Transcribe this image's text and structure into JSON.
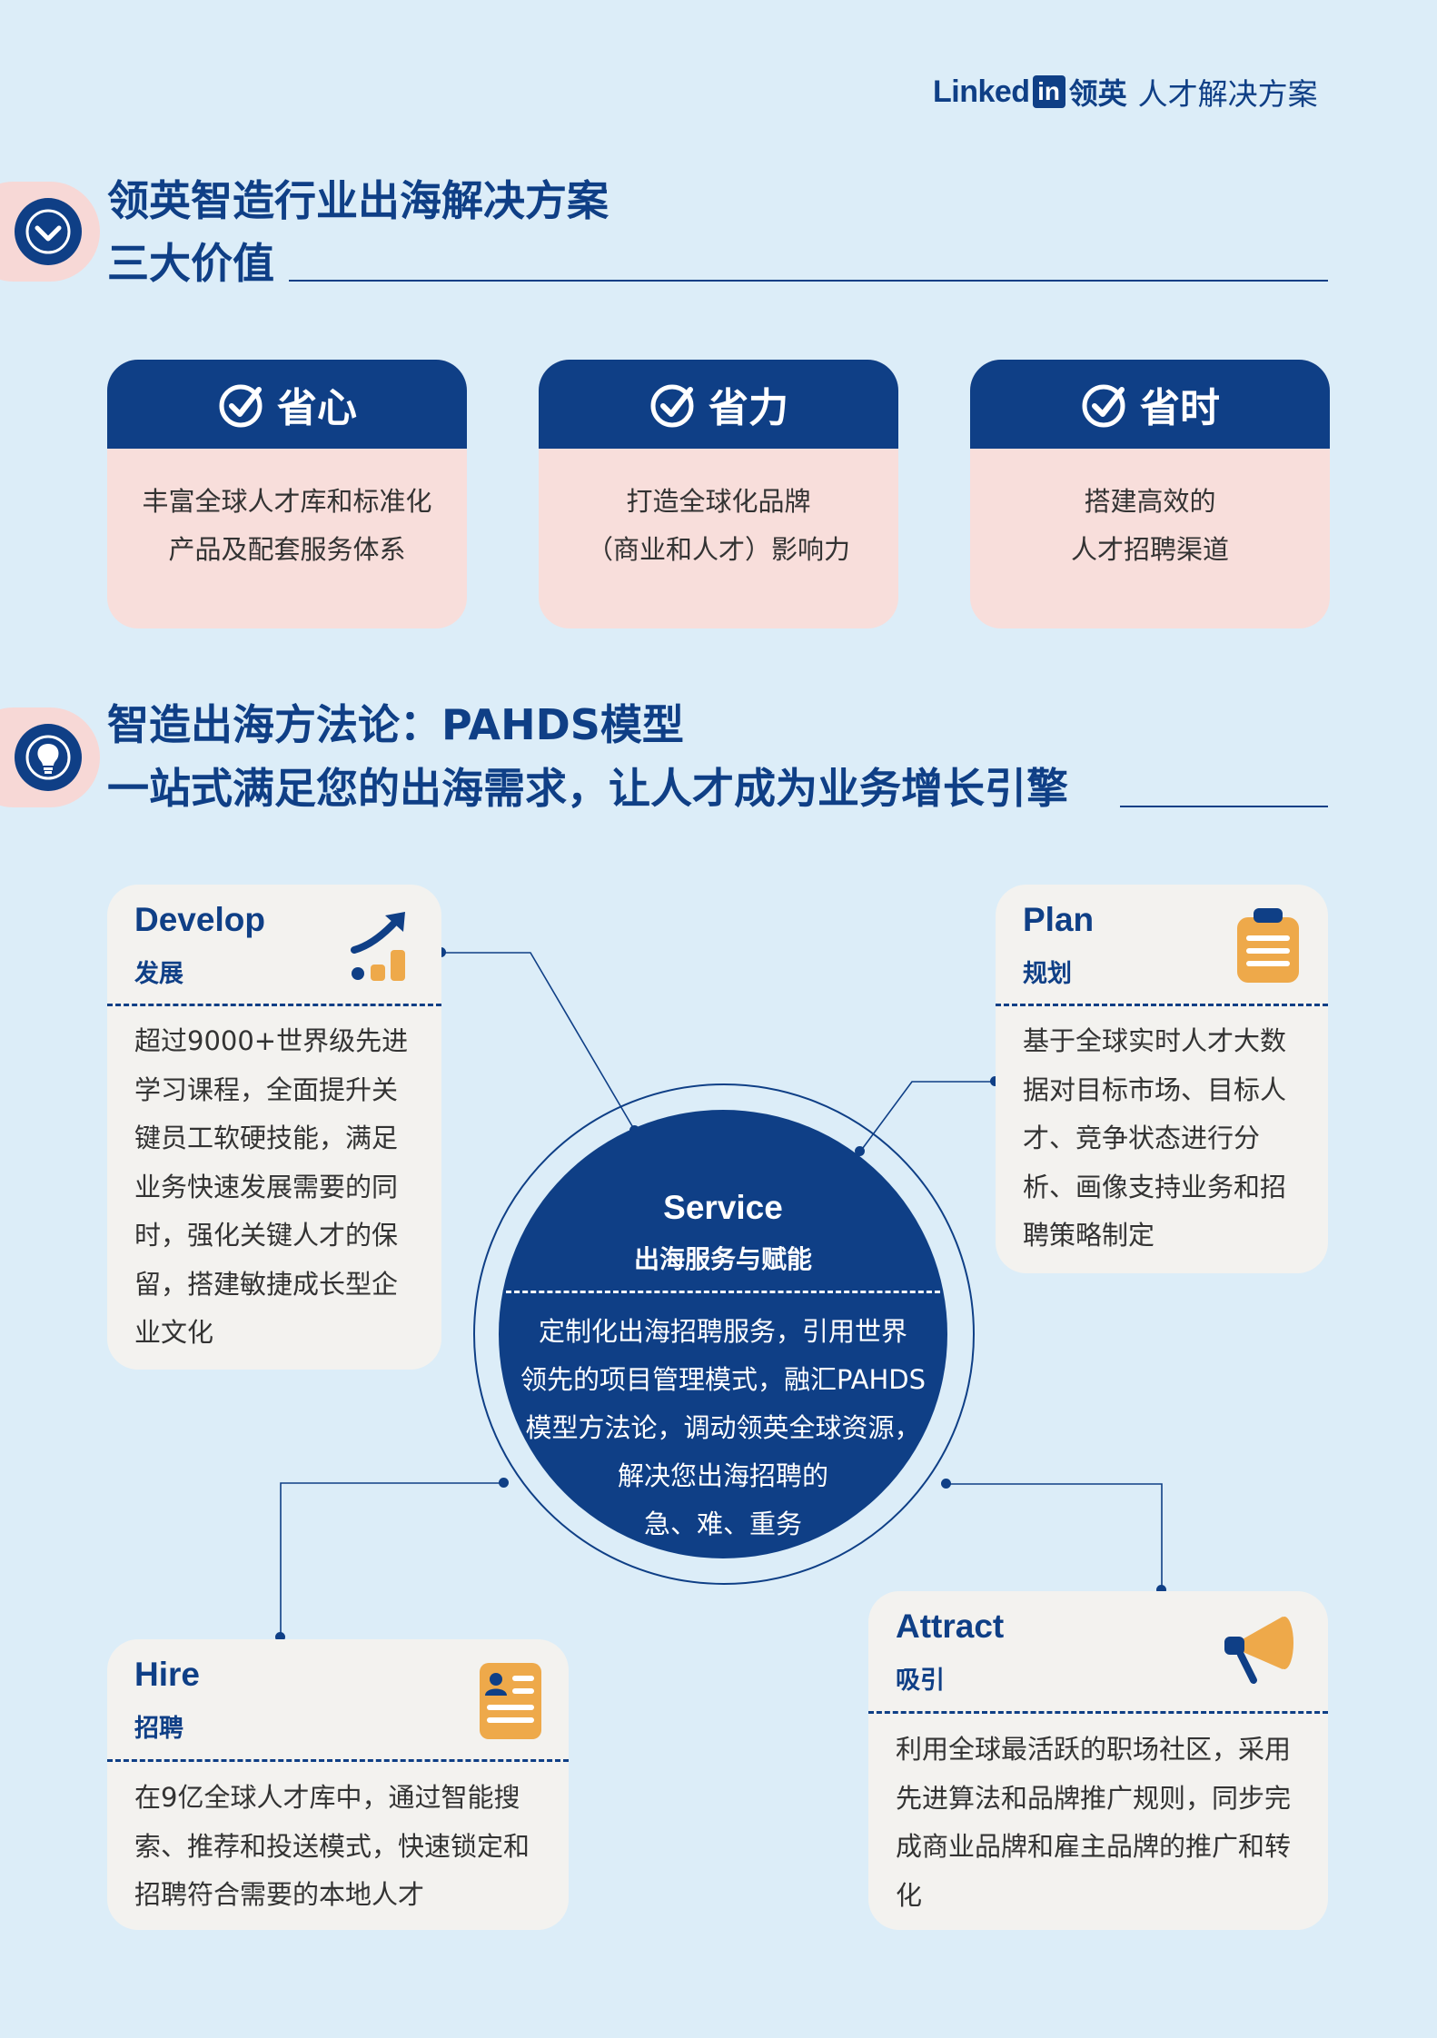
{
  "header": {
    "brand_linked": "Linked",
    "brand_in": "in",
    "brand_cn": "领英",
    "tagline": "人才解决方案"
  },
  "section1": {
    "icon": "diamond-icon",
    "title_line1": "领英智造行业出海解决方案",
    "title_line2": "三大价值"
  },
  "values": [
    {
      "title": "省心",
      "lines": [
        "丰富全球人才库和标准化",
        "产品及配套服务体系"
      ]
    },
    {
      "title": "省力",
      "lines": [
        "打造全球化品牌",
        "（商业和人才）影响力"
      ]
    },
    {
      "title": "省时",
      "lines": [
        "搭建高效的",
        "人才招聘渠道"
      ]
    }
  ],
  "section2": {
    "icon": "lightbulb-icon",
    "title_line1": "智造出海方法论：PAHDS模型",
    "title_line2": "一站式满足您的出海需求，让人才成为业务增长引擎"
  },
  "model": {
    "develop": {
      "en": "Develop",
      "cn": "发展",
      "icon": "growth-chart-icon",
      "text": "超过9000+世界级先进学习课程，全面提升关键员工软硬技能，满足业务快速发展需要的同时，强化关键人才的保留，搭建敏捷成长型企业文化"
    },
    "plan": {
      "en": "Plan",
      "cn": "规划",
      "icon": "clipboard-icon",
      "text": "基于全球实时人才大数据对目标市场、目标人才、竞争状态进行分析、画像支持业务和招聘策略制定"
    },
    "service": {
      "en": "Service",
      "cn": "出海服务与赋能",
      "lines": [
        "定制化出海招聘服务，引用世界",
        "领先的项目管理模式，融汇PAHDS",
        "模型方法论，调动领英全球资源，",
        "解决您出海招聘的",
        "急、难、重务"
      ]
    },
    "hire": {
      "en": "Hire",
      "cn": "招聘",
      "icon": "resume-icon",
      "text": "在9亿全球人才库中，通过智能搜索、推荐和投送模式，快速锁定和招聘符合需要的本地人才"
    },
    "attract": {
      "en": "Attract",
      "cn": "吸引",
      "icon": "megaphone-icon",
      "text": "利用全球最活跃的职场社区，采用先进算法和品牌推广规则，同步完成商业品牌和雇主品牌的推广和转化"
    }
  },
  "colors": {
    "background": "#dcedf8",
    "navy": "#0f3f86",
    "pink": "#f8dedb",
    "accent_orange": "#eea94a",
    "box_gray": "#f3f2ef"
  }
}
